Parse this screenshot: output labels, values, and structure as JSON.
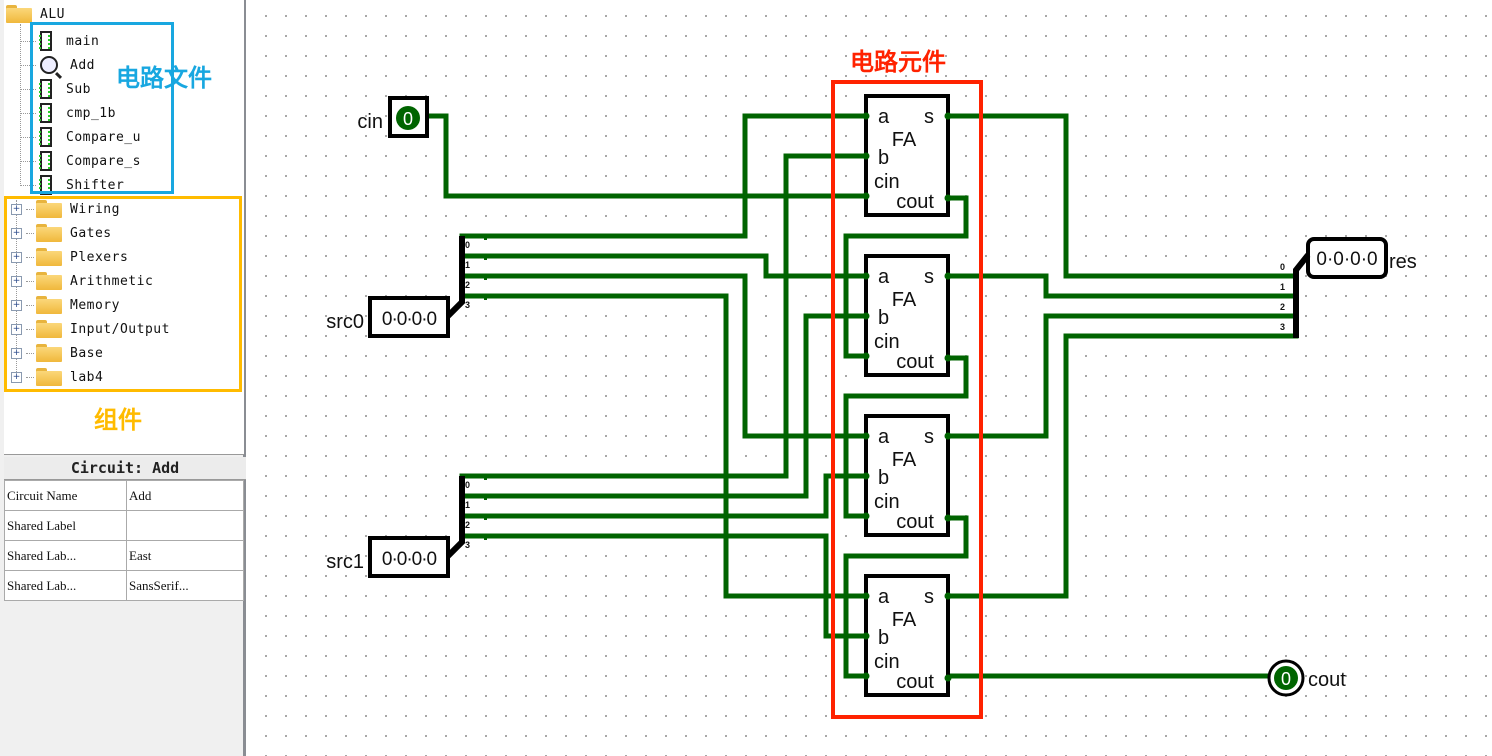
{
  "explorer": {
    "project": "ALU",
    "circuits": [
      {
        "name": "main",
        "icon": "circuit-icon",
        "active": false
      },
      {
        "name": "Add",
        "icon": "magnifier-icon",
        "active": true
      },
      {
        "name": "Sub",
        "icon": "circuit-icon",
        "active": false
      },
      {
        "name": "cmp_1b",
        "icon": "circuit-icon",
        "active": false
      },
      {
        "name": "Compare_u",
        "icon": "circuit-icon",
        "active": false
      },
      {
        "name": "Compare_s",
        "icon": "circuit-icon",
        "active": false
      },
      {
        "name": "Shifter",
        "icon": "circuit-icon",
        "active": false
      }
    ],
    "libraries": [
      "Wiring",
      "Gates",
      "Plexers",
      "Arithmetic",
      "Memory",
      "Input/Output",
      "Base",
      "lab4"
    ],
    "expand_symbol": "+"
  },
  "annotations": {
    "circuit_files": "电路文件",
    "components": "组件",
    "circuit_elements": "电路元件",
    "colors": {
      "circuit_files": "#18a7e0",
      "components": "#ffbb00",
      "circuit_elements": "#ff2200"
    }
  },
  "attributes": {
    "title": "Circuit: Add",
    "rows": [
      {
        "key": "Circuit Name",
        "value": "Add"
      },
      {
        "key": "Shared Label",
        "value": ""
      },
      {
        "key": "Shared Lab...",
        "value": "East"
      },
      {
        "key": "Shared Lab...",
        "value": "SansSerif..."
      }
    ]
  },
  "circuit": {
    "wire_color": "#006400",
    "inputs": [
      {
        "label": "cin",
        "value": "0"
      },
      {
        "label": "src0",
        "value": "0·0·0·0"
      },
      {
        "label": "src1",
        "value": "0·0·0·0"
      }
    ],
    "outputs": [
      {
        "label": "res",
        "value": "0·0·0·0"
      },
      {
        "label": "cout",
        "value": "0"
      }
    ],
    "splitter_labels_in": [
      "0",
      "1",
      "2",
      "3"
    ],
    "splitter_labels_out": [
      "0",
      "1",
      "2",
      "3"
    ],
    "full_adders": [
      {
        "name": "FA",
        "pins": {
          "a": "a",
          "b": "b",
          "cin": "cin",
          "s": "s",
          "cout": "cout"
        }
      },
      {
        "name": "FA",
        "pins": {
          "a": "a",
          "b": "b",
          "cin": "cin",
          "s": "s",
          "cout": "cout"
        }
      },
      {
        "name": "FA",
        "pins": {
          "a": "a",
          "b": "b",
          "cin": "cin",
          "s": "s",
          "cout": "cout"
        }
      },
      {
        "name": "FA",
        "pins": {
          "a": "a",
          "b": "b",
          "cin": "cin",
          "s": "s",
          "cout": "cout"
        }
      }
    ]
  }
}
